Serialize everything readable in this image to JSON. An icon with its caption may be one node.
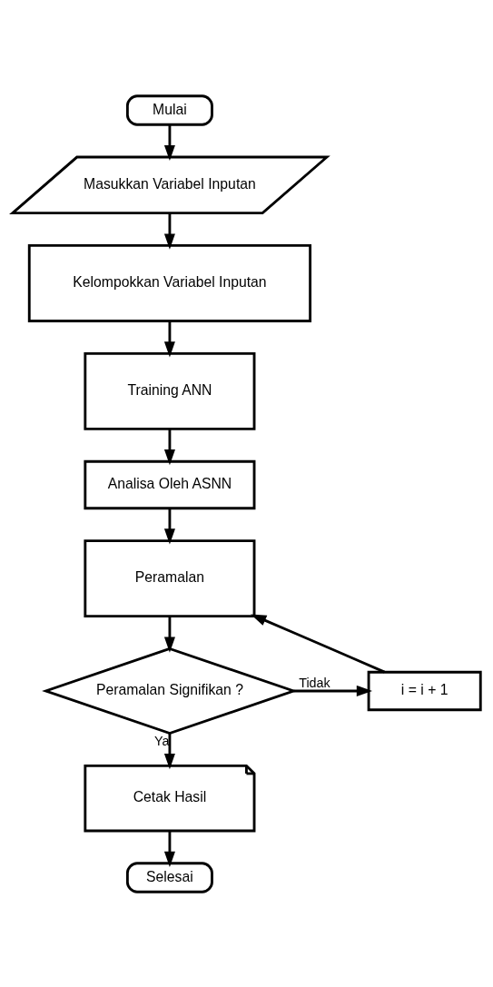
{
  "diagram": {
    "nodes": [
      {
        "text": [
          "Mulai"
        ]
      },
      {
        "text": [
          "Masukkan Variabel Inputan"
        ]
      },
      {
        "text": [
          "Kelompokkan Variabel Inputan"
        ]
      },
      {
        "text": [
          "Training ANN"
        ]
      },
      {
        "text": [
          "Analisa Oleh ASNN"
        ]
      },
      {
        "text": [
          "Peramalan"
        ]
      },
      {
        "text": [
          "Peramalan Signifikan ?"
        ]
      },
      {
        "text": [
          "i = i + 1"
        ]
      },
      {
        "text": [
          "Cetak Hasil"
        ]
      },
      {
        "text": [
          "Selesai"
        ]
      }
    ],
    "edges": [
      {
        "from": 0,
        "to": 1,
        "arrow": "to"
      },
      {
        "from": 1,
        "to": 2,
        "arrow": "to"
      },
      {
        "from": 2,
        "to": 3,
        "arrow": "to"
      },
      {
        "from": 3,
        "to": 4,
        "arrow": "to"
      },
      {
        "from": 4,
        "to": 5,
        "arrow": "to"
      },
      {
        "from": 5,
        "to": 6,
        "arrow": "to"
      },
      {
        "from": 6,
        "to": 7,
        "arrow": "to",
        "label": "Tidak"
      },
      {
        "from": 7,
        "to": 5,
        "arrow": "to"
      },
      {
        "from": 6,
        "to": 8,
        "arrow": "to",
        "label": "Ya"
      },
      {
        "from": 8,
        "to": 9,
        "arrow": "to"
      }
    ]
  }
}
